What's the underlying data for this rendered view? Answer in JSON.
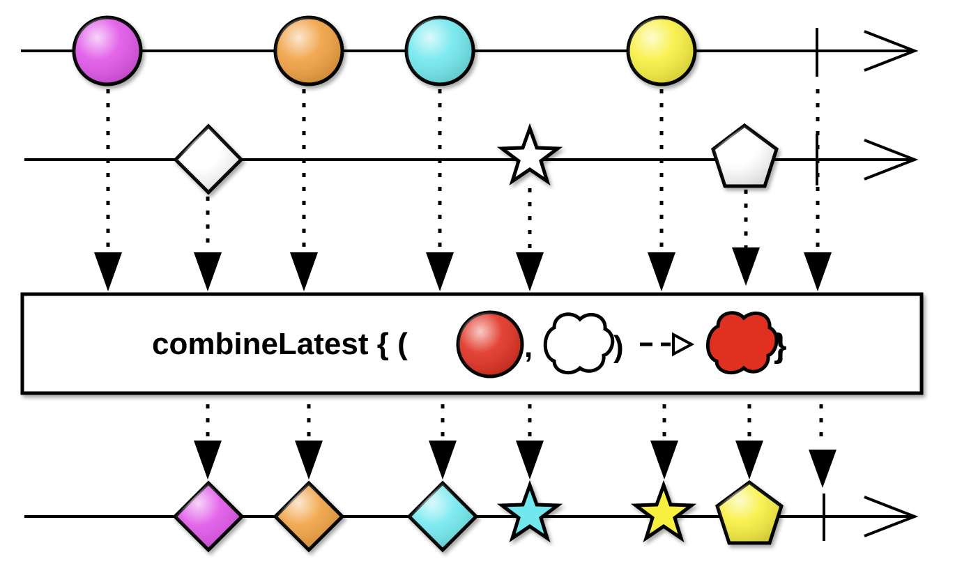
{
  "diagram": {
    "operator": {
      "label": "combineLatest { (",
      "comma": ",",
      "close_paren": ")",
      "close_brace": "}"
    },
    "colors": {
      "magenta": "#e055e8",
      "orange": "#f0a040",
      "cyan": "#6fe8ee",
      "yellow": "#f8f040",
      "red": "#e03020",
      "white": "#ffffff",
      "stroke": "#000000"
    },
    "input_a": [
      {
        "shape": "circle",
        "color": "magenta"
      },
      {
        "shape": "circle",
        "color": "orange"
      },
      {
        "shape": "circle",
        "color": "cyan"
      },
      {
        "shape": "circle",
        "color": "yellow"
      }
    ],
    "input_b": [
      {
        "shape": "diamond",
        "color": "white"
      },
      {
        "shape": "star",
        "color": "white"
      },
      {
        "shape": "pentagon",
        "color": "white"
      }
    ],
    "output": [
      {
        "shape": "diamond",
        "color": "magenta"
      },
      {
        "shape": "diamond",
        "color": "orange"
      },
      {
        "shape": "diamond",
        "color": "cyan"
      },
      {
        "shape": "star",
        "color": "cyan"
      },
      {
        "shape": "star",
        "color": "yellow"
      },
      {
        "shape": "pentagon",
        "color": "yellow"
      }
    ],
    "completion": true
  }
}
